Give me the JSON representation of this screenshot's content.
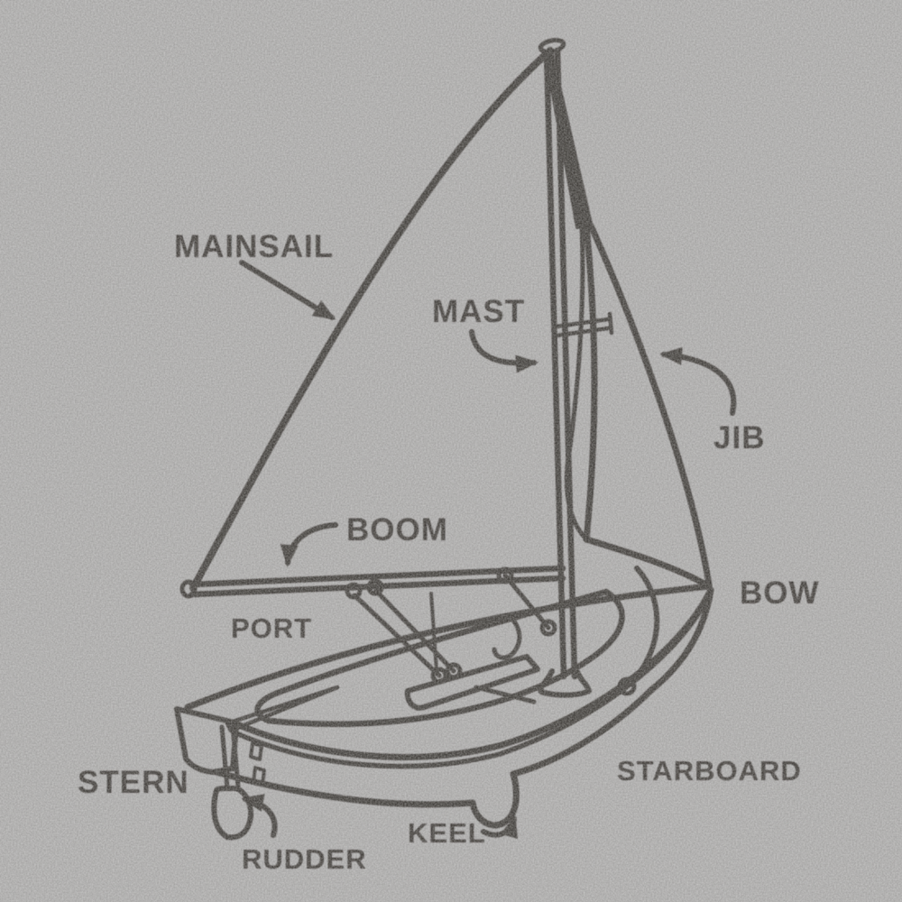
{
  "style": {
    "background": "#a3a2a1",
    "ink": "#2e2a27"
  },
  "labels": {
    "mainsail": "MAINSAIL",
    "mast": "MAST",
    "jib": "JIB",
    "boom": "BOOM",
    "bow": "BOW",
    "port": "PORT",
    "stern": "STERN",
    "rudder": "RUDDER",
    "keel": "KEEL",
    "starboard": "STARBOARD"
  }
}
